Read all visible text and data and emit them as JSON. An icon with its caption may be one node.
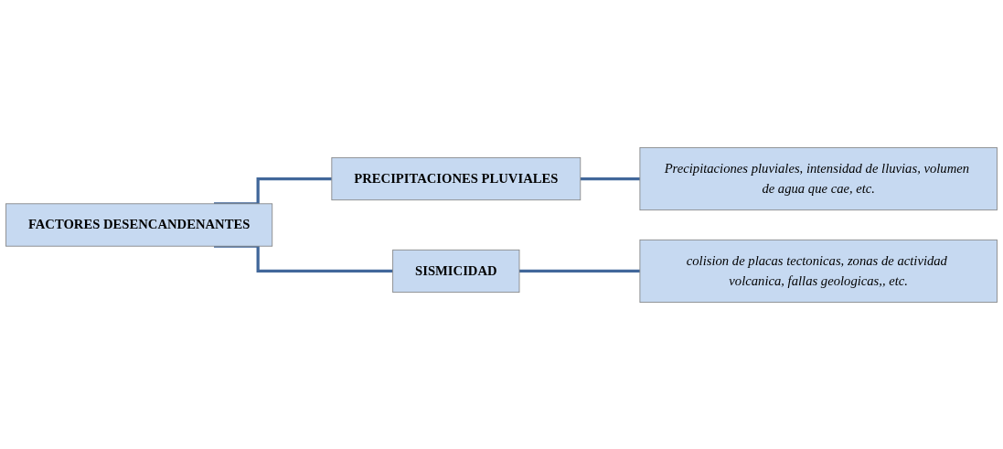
{
  "diagram": {
    "nodes": [
      {
        "text": [
          "FACTORES DESENCANDENANTES"
        ]
      },
      {
        "text": [
          "PRECIPITACIONES PLUVIALES"
        ]
      },
      {
        "text": [
          "Precipitaciones pluviales, intensidad de lluvias, volumen de agua que cae, etc."
        ]
      },
      {
        "text": [
          "SISMICIDAD"
        ]
      },
      {
        "text": [
          "colision de placas tectonicas, zonas de actividad volcanica, fallas geologicas,, etc."
        ]
      }
    ],
    "edges": [
      {
        "from": 0,
        "to": 1,
        "arrow": "none"
      },
      {
        "from": 0,
        "to": 3,
        "arrow": "none"
      },
      {
        "from": 1,
        "to": 2,
        "arrow": "none"
      },
      {
        "from": 3,
        "to": 4,
        "arrow": "none"
      }
    ]
  }
}
